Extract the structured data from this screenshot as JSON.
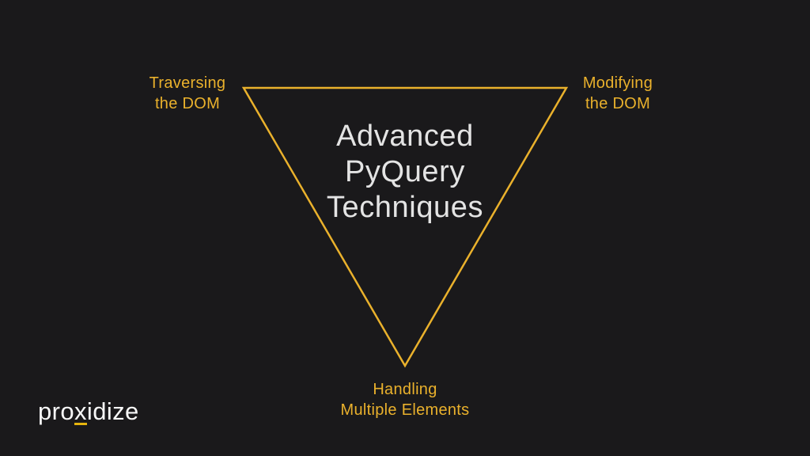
{
  "slide": {
    "title_lines": [
      "Advanced",
      "PyQuery",
      "Techniques"
    ],
    "vertex_labels": {
      "top_left": {
        "lines": [
          "Traversing",
          "the DOM"
        ]
      },
      "top_right": {
        "lines": [
          "Modifying",
          "the DOM"
        ]
      },
      "bottom": {
        "lines": [
          "Handling",
          "Multiple Elements"
        ]
      }
    },
    "logo": {
      "pre": "pro",
      "underlined": "x",
      "post": "idize"
    },
    "colors": {
      "background": "#1a191b",
      "accent_gold": "#eab12c",
      "title_text": "#e4e4e4",
      "logo_text": "#f7f7f7",
      "logo_underline": "#e5b40e"
    }
  }
}
